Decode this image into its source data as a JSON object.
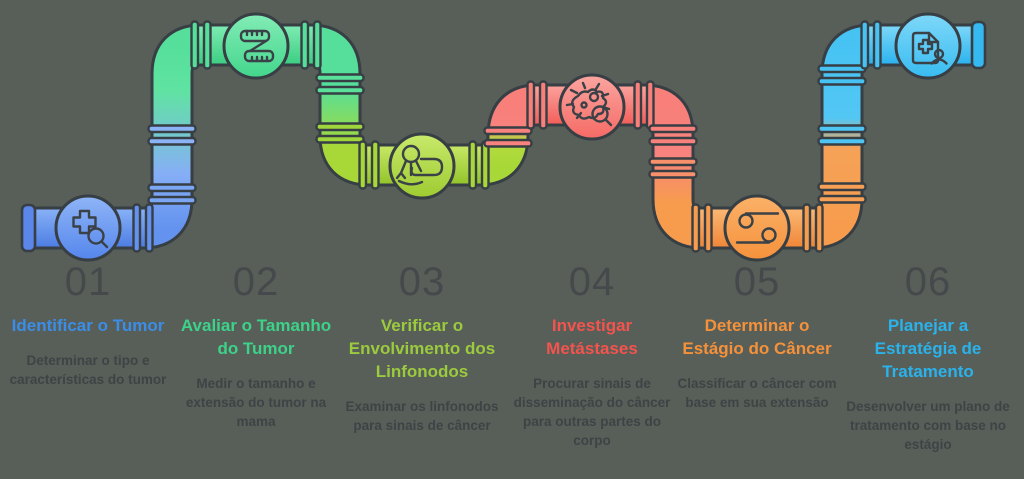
{
  "steps": [
    {
      "number": "01",
      "title": "Identificar o Tumor",
      "description": "Determinar o tipo e características do tumor",
      "title_color": "#3B8DE8",
      "icon": "medical-cross-magnifier"
    },
    {
      "number": "02",
      "title": "Avaliar o Tamanho do Tumor",
      "description": "Medir o tamanho e extensão do tumor na mama",
      "title_color": "#3DD289",
      "icon": "measuring-tape"
    },
    {
      "number": "03",
      "title": "Verificar o Envolvimento dos Linfonodos",
      "description": "Examinar os linfonodos para sinais de câncer",
      "title_color": "#9CCA3E",
      "icon": "lymph-node"
    },
    {
      "number": "04",
      "title": "Investigar Metástases",
      "description": "Procurar sinais de disseminação do câncer para outras partes do corpo",
      "title_color": "#F4534E",
      "icon": "cancer-cell-magnifier"
    },
    {
      "number": "05",
      "title": "Determinar o Estágio do Câncer",
      "description": "Classificar o câncer com base em sua extensão",
      "title_color": "#F5913B",
      "icon": "cancer-zodiac-symbol"
    },
    {
      "number": "06",
      "title": "Planejar a Estratégia de Tratamento",
      "description": "Desenvolver um plano de tratamento com base no estágio",
      "title_color": "#2BB2EB",
      "icon": "medical-record-patient"
    }
  ],
  "colors": {
    "background": "#575F58",
    "pipe_outline": "#373E44",
    "number": "#46494B",
    "description": "#3E4446",
    "pipe_blue": "#6493EF",
    "pipe_green": "#55DF9A",
    "pipe_yellow_green": "#A8D838",
    "pipe_red": "#F87F7A",
    "pipe_orange": "#F79C4D",
    "pipe_cyan": "#47C3F3"
  }
}
